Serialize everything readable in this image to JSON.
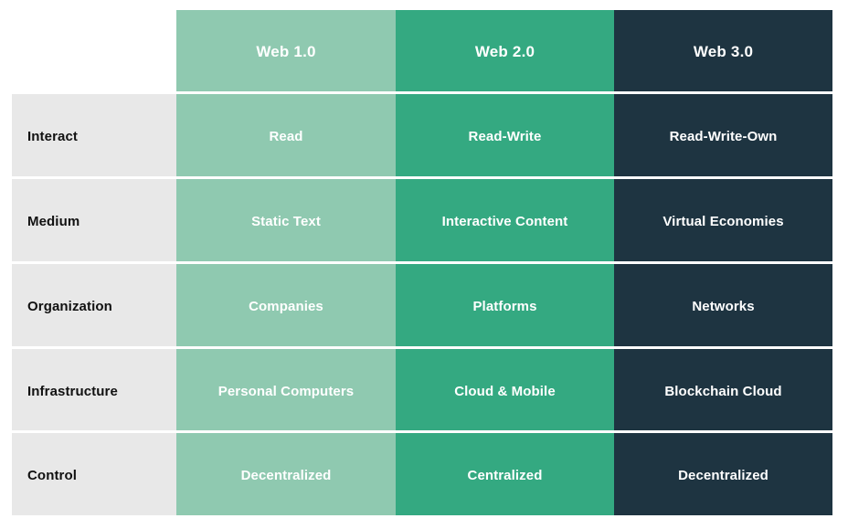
{
  "table": {
    "corner_label": "",
    "columns": [
      {
        "key": "web1",
        "label": "Web 1.0",
        "color": "#8fc9b0"
      },
      {
        "key": "web2",
        "label": "Web 2.0",
        "color": "#34a981"
      },
      {
        "key": "web3",
        "label": "Web 3.0",
        "color": "#1e3441"
      }
    ],
    "label_column_color": "#e8e8e8",
    "divider_color": "#ffffff",
    "background_color": "#ffffff",
    "rows": [
      {
        "label": "Interact",
        "web1": "Read",
        "web2": "Read-Write",
        "web3": "Read-Write-Own"
      },
      {
        "label": "Medium",
        "web1": "Static Text",
        "web2": "Interactive Content",
        "web3": "Virtual Economies"
      },
      {
        "label": "Organization",
        "web1": "Companies",
        "web2": "Platforms",
        "web3": "Networks"
      },
      {
        "label": "Infrastructure",
        "web1": "Personal Computers",
        "web2": "Cloud & Mobile",
        "web3": "Blockchain Cloud"
      },
      {
        "label": "Control",
        "web1": "Decentralized",
        "web2": "Centralized",
        "web3": "Decentralized"
      }
    ]
  }
}
